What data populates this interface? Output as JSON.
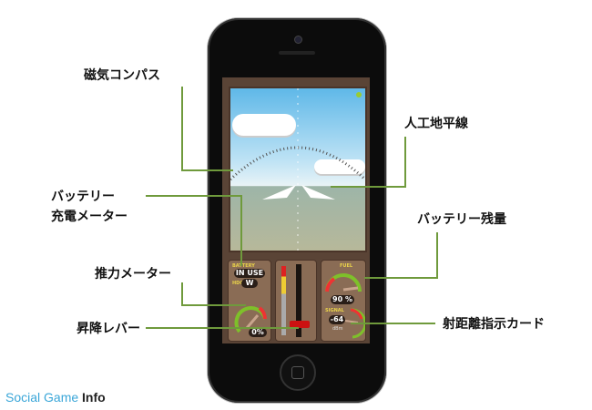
{
  "annotations": {
    "compass": "磁気コンパス",
    "horizon": "人工地平線",
    "battery_charge_line1": "バッテリー",
    "battery_charge_line2": "充電メーター",
    "battery_level": "バッテリー残量",
    "thrust": "推力メーター",
    "signal_card": "射距離指示カード",
    "elevator": "昇降レバー"
  },
  "app": {
    "battery_label": "BATTERY",
    "battery_status": "IN USE",
    "hdg_label": "HDG",
    "hdg_value": "W",
    "thrust_value": "0%",
    "fuel_label": "FUEL",
    "fuel_value": "90 %",
    "signal_label": "SIGNAL",
    "signal_value": "-64",
    "signal_unit": "dBm",
    "fuel_fraction": 0.9,
    "thrust_fraction": 0
  },
  "logo": {
    "part1": "Social Game ",
    "part2": "Info"
  },
  "colors": {
    "line": "#6f9a3c",
    "accent_yellow": "#e9d24a"
  }
}
